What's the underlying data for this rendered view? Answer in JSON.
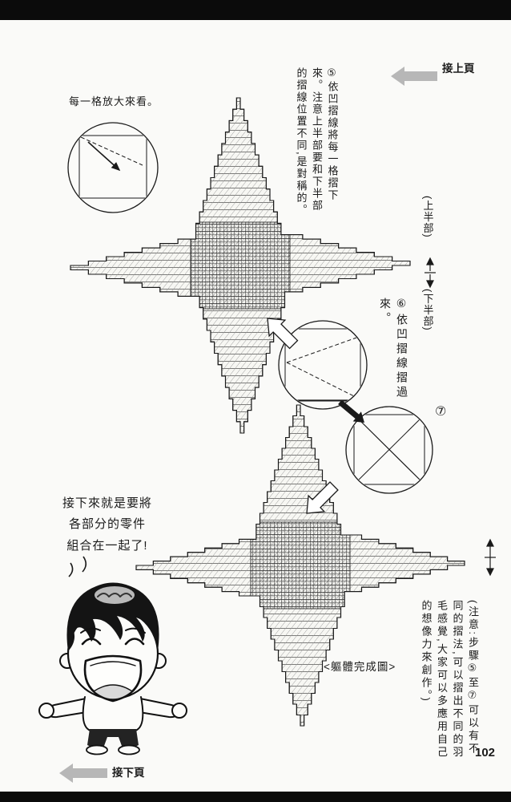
{
  "page": {
    "number": "102",
    "prev_link": "接上頁",
    "next_link": "接下頁"
  },
  "instructions": {
    "zoom_hint": "每一格放大來看。",
    "step5": "⑤依凹摺線將每一格摺下來。注意上半部要和下半部的摺線位置不同,是對稱的。",
    "step6": "⑥依凹摺線摺過來。",
    "step7": "⑦",
    "upper_half": "(上半部)",
    "lower_half": "(下半部)",
    "body_complete": "<軀體完成圖>",
    "note": "(注意:步驟⑤至⑦可以有不同的摺法,可以摺出不同的羽毛感覺,大家可以多應用自己的想像力來創作。)"
  },
  "speech": [
    "接下來就是要將",
    "各部分的零件",
    "組合在一起了!"
  ],
  "colors": {
    "ink": "#1a1a1a",
    "paper": "#fafaf8",
    "arrow_gray": "#b7b7b7"
  }
}
